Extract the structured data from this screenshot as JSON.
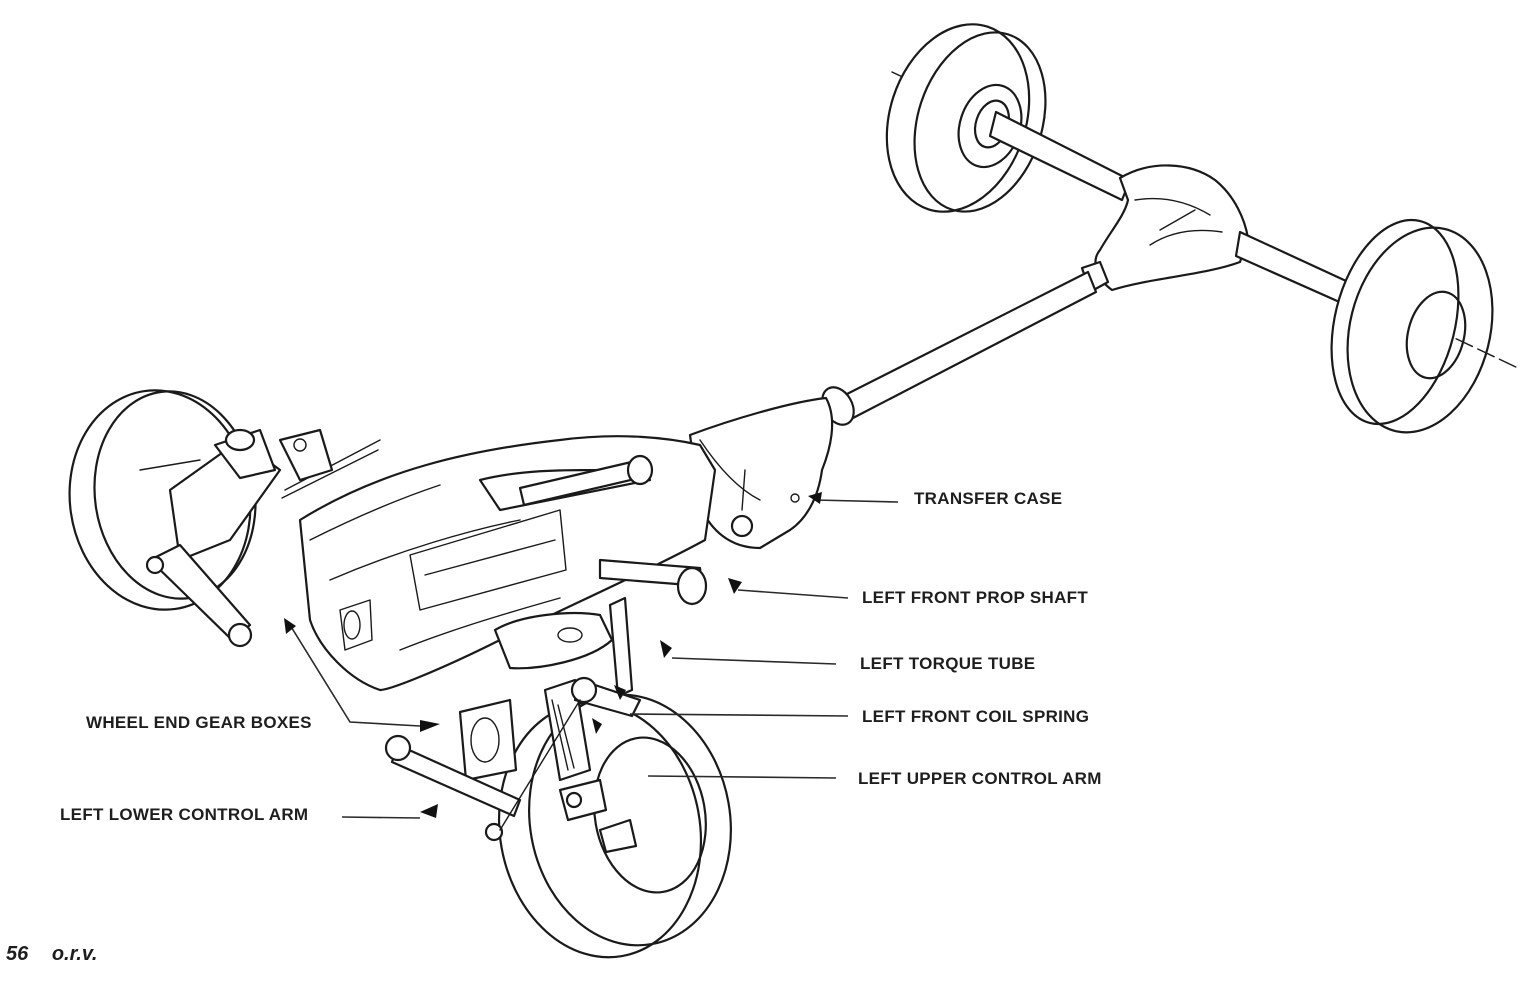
{
  "labels": {
    "transfer_case": "TRANSFER CASE",
    "left_front_prop_shaft": "LEFT FRONT PROP SHAFT",
    "left_torque_tube": "LEFT TORQUE TUBE",
    "left_front_coil_spring": "LEFT FRONT COIL SPRING",
    "left_upper_control_arm": "LEFT UPPER CONTROL ARM",
    "wheel_end_gear_boxes": "WHEEL END GEAR BOXES",
    "left_lower_control_arm": "LEFT LOWER CONTROL ARM"
  },
  "footer": {
    "page_number": "56",
    "section": "o.r.v."
  }
}
